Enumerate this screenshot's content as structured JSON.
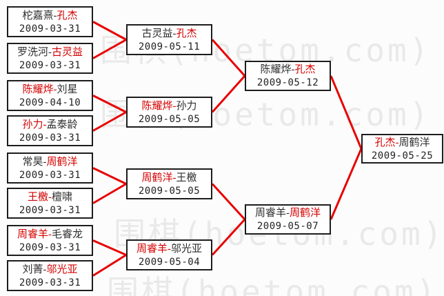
{
  "colors": {
    "winner": "#d40000",
    "loser": "#2e2e2e",
    "line": "#e80000",
    "border": "#1c1c1c",
    "watermark": "#e9e9e9"
  },
  "separator": "-",
  "watermark": {
    "rows": [
      {
        "text": "围棋(hoetom.com)"
      },
      {
        "text": "围棋(hoetom.com)"
      },
      {
        "text": "围棋(hoetom.com)"
      },
      {
        "text": "围棋(hoetom.com)"
      }
    ]
  },
  "bracket": {
    "round1": [
      {
        "p1": "柁嘉熹",
        "p2": "孔杰",
        "winner": "p2",
        "date": "2009-03-31"
      },
      {
        "p1": "罗洗河",
        "p2": "古灵益",
        "winner": "p2",
        "date": "2009-03-31"
      },
      {
        "p1": "陈耀烨",
        "p2": "刘星",
        "winner": "p1",
        "date": "2009-04-10"
      },
      {
        "p1": "孙力",
        "p2": "孟泰龄",
        "winner": "p1",
        "date": "2009-03-31"
      },
      {
        "p1": "常昊",
        "p2": "周鹤洋",
        "winner": "p2",
        "date": "2009-03-31"
      },
      {
        "p1": "王檄",
        "p2": "檀啸",
        "winner": "p1",
        "date": "2009-03-31"
      },
      {
        "p1": "周睿羊",
        "p2": "毛睿龙",
        "winner": "p1",
        "date": "2009-03-31"
      },
      {
        "p1": "刘菁",
        "p2": "邬光亚",
        "winner": "p2",
        "date": "2009-03-31"
      }
    ],
    "round2": [
      {
        "p1": "古灵益",
        "p2": "孔杰",
        "winner": "p2",
        "date": "2009-05-11"
      },
      {
        "p1": "陈耀烨",
        "p2": "孙力",
        "winner": "p1",
        "date": "2009-05-05"
      },
      {
        "p1": "周鹤洋",
        "p2": "王檄",
        "winner": "p1",
        "date": "2009-05-05"
      },
      {
        "p1": "周睿羊",
        "p2": "邬光亚",
        "winner": "p1",
        "date": "2009-05-04"
      }
    ],
    "semifinals": [
      {
        "p1": "陈耀烨",
        "p2": "孔杰",
        "winner": "p2",
        "date": "2009-05-12"
      },
      {
        "p1": "周睿羊",
        "p2": "周鹤洋",
        "winner": "p2",
        "date": "2009-05-07"
      }
    ],
    "final": [
      {
        "p1": "孔杰",
        "p2": "周鹤洋",
        "winner": "p1",
        "date": "2009-05-25"
      }
    ]
  }
}
